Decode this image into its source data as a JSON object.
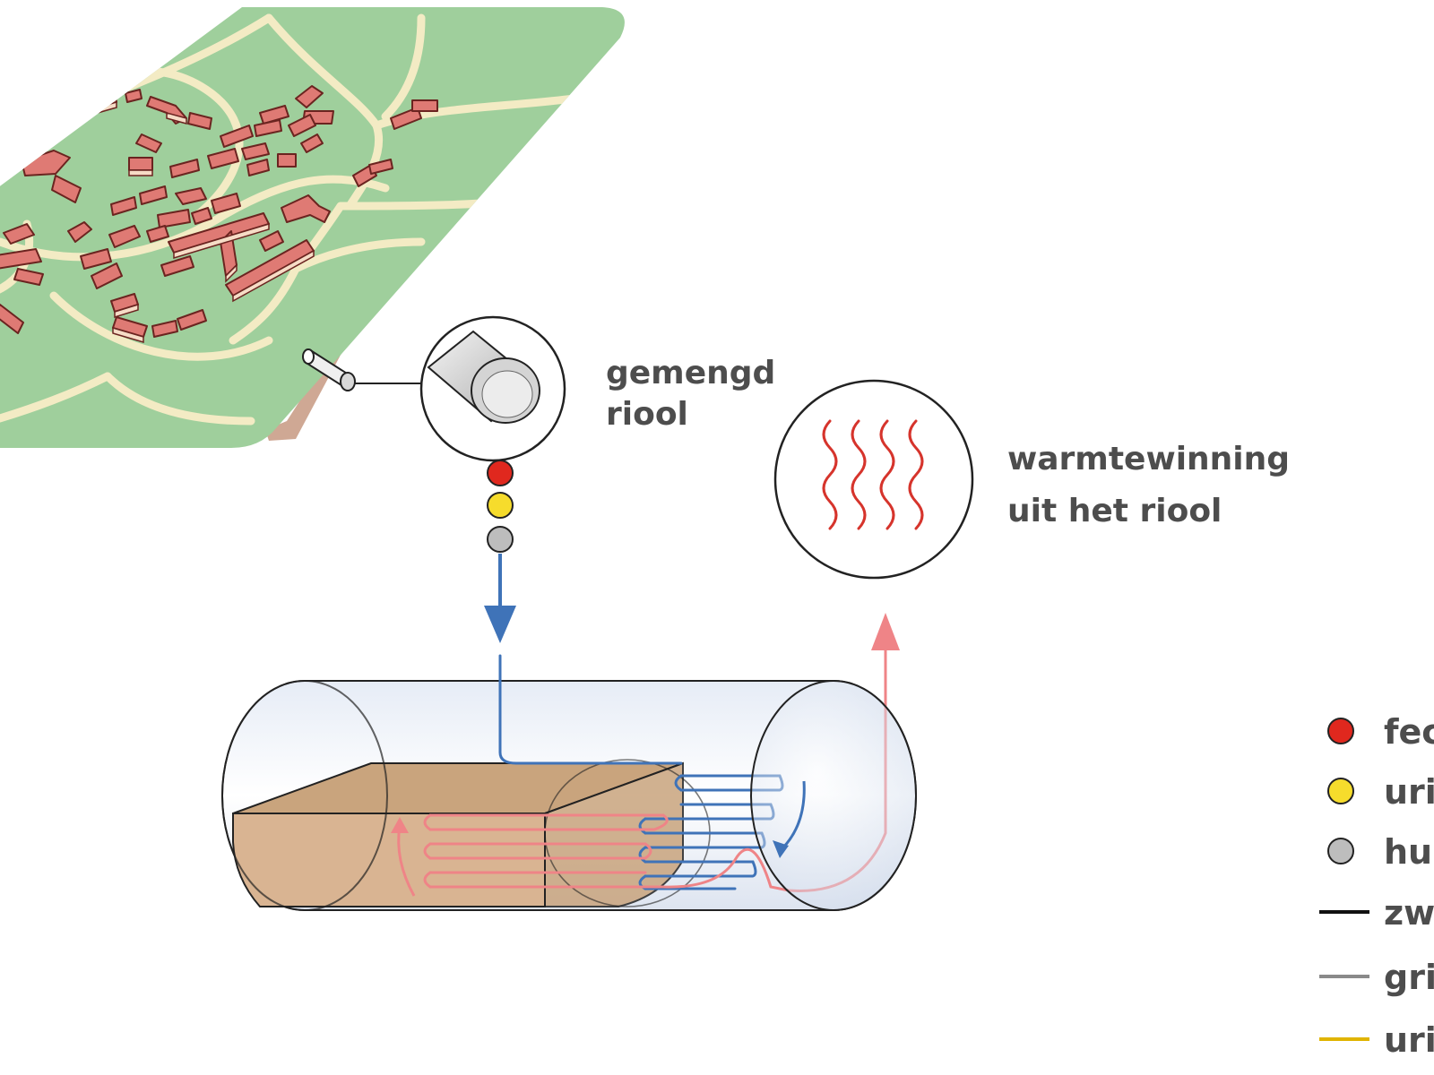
{
  "labels": {
    "sewer_line1": "gemengd",
    "sewer_line2": "riool",
    "heat_line1": "warmtewinning",
    "heat_line2": "uit het riool"
  },
  "legend": [
    {
      "marker": "dot",
      "color": "#e0281e",
      "label": "fec"
    },
    {
      "marker": "dot",
      "color": "#f6dc2c",
      "label": "uri"
    },
    {
      "marker": "dot",
      "color": "#bdbdbd",
      "label": "hui"
    },
    {
      "marker": "line",
      "color": "#111111",
      "label": "zw"
    },
    {
      "marker": "line",
      "color": "#8a8a8a",
      "label": "gri"
    },
    {
      "marker": "line",
      "color": "#e0b400",
      "label": "uri"
    }
  ],
  "colors": {
    "map_green": "#9fcf9c",
    "road": "#f3ebc4",
    "building_top": "#df7a74",
    "building_side": "#f6dcc6",
    "flow_in": "#3f73b8",
    "flow_out": "#ef8487",
    "sediment": "#d9b492",
    "heat_wave": "#d6342c"
  },
  "icons": {
    "sewer_pipe": "pipe-cylinder-icon",
    "heat": "heat-waves-icon"
  }
}
